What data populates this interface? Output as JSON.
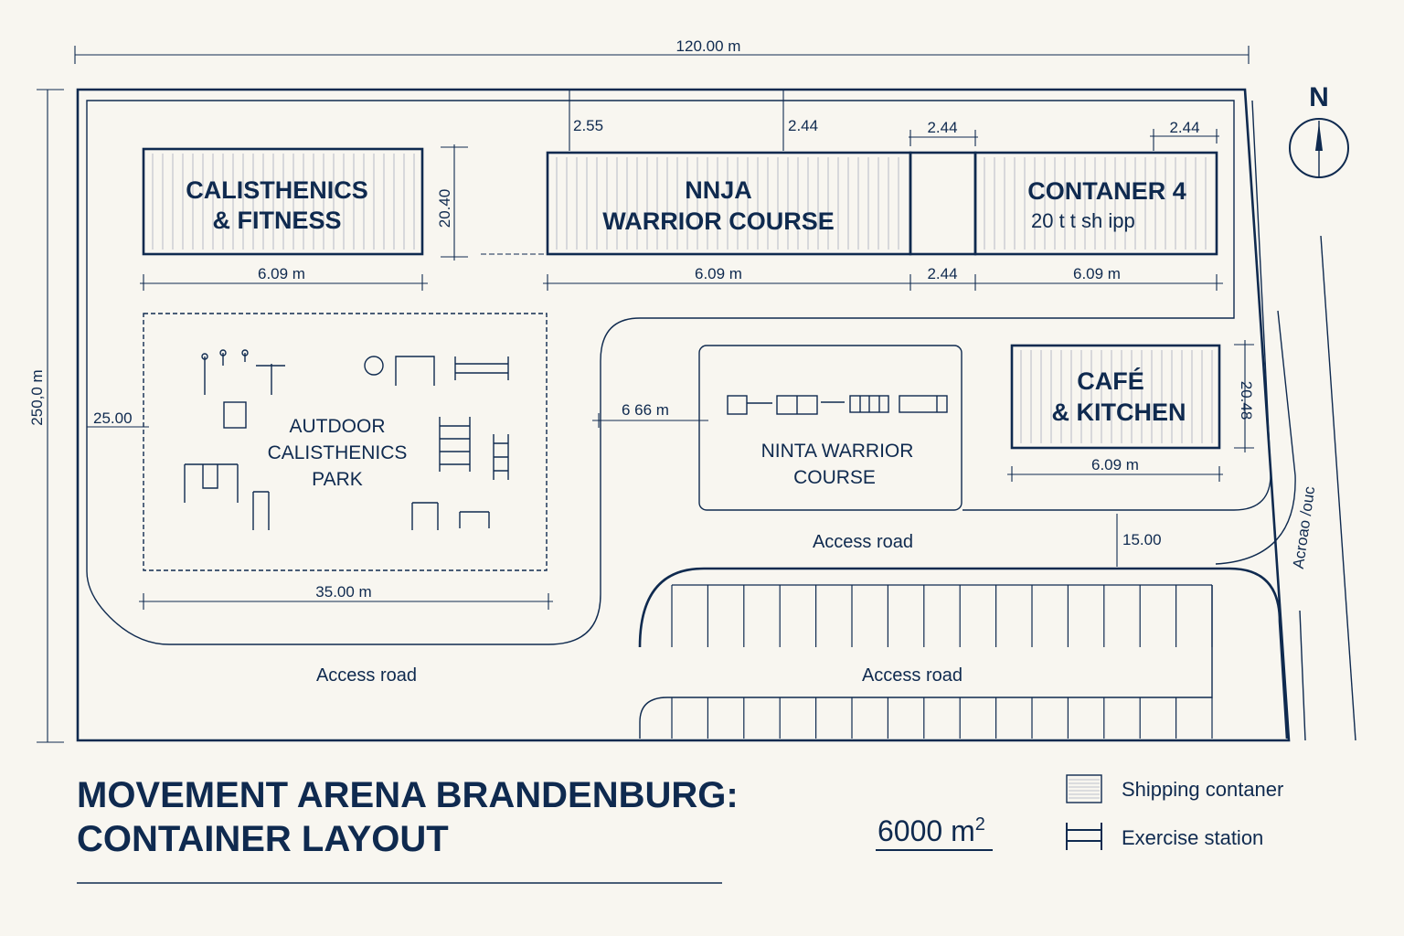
{
  "colors": {
    "ink": "#0f2a4f",
    "background": "#f8f6f0",
    "stripe": "#c9ccd2"
  },
  "dimensions": {
    "overall_width": "120.00 m",
    "overall_length": "250,0 m",
    "setback_left": "25.00",
    "top_gap_1": "2.55",
    "top_gap_2": "2.44",
    "gap_between_containers": "2.44",
    "right_gap": "2.44",
    "cf_length": "6.09 m",
    "cf_width": "20.40",
    "ninja_length": "6.09 m",
    "gap_bottom": "2.44",
    "c4_length": "6.09 m",
    "cafe_length": "6.09 m",
    "cafe_width": "20.48",
    "park_width": "35.00 m",
    "road_gap": "6 66 m",
    "road_width": "15.00"
  },
  "containers": {
    "calisthenics": [
      "CALISTHENICS",
      "& FITNESS"
    ],
    "ninja": [
      "NNJA",
      "WARRIOR  COURSE"
    ],
    "container4": [
      "CONTANER 4",
      "20 t t sh ipp"
    ],
    "cafe": [
      "CAFÉ",
      "& KITCHEN"
    ]
  },
  "areas": {
    "park": [
      "AUTDOOR",
      "CALISTHENICS",
      "PARK"
    ],
    "ninja_course": [
      "NINTA WARRIOR",
      "COURSE"
    ]
  },
  "roads": {
    "left": "Access road",
    "middle_top": "Access road",
    "bottom": "Access road",
    "right": "Acroao /ouc"
  },
  "compass": {
    "label": "N"
  },
  "title": [
    "MOVEMENT ARENA BRANDENBURG:",
    "CONTAINER LAYOUT"
  ],
  "area_total": {
    "value": "6000 m",
    "sup": "2"
  },
  "legend": [
    {
      "icon": "shipping-container-icon",
      "label": "Shipping contaner"
    },
    {
      "icon": "exercise-station-icon",
      "label": "Exercise station"
    }
  ]
}
